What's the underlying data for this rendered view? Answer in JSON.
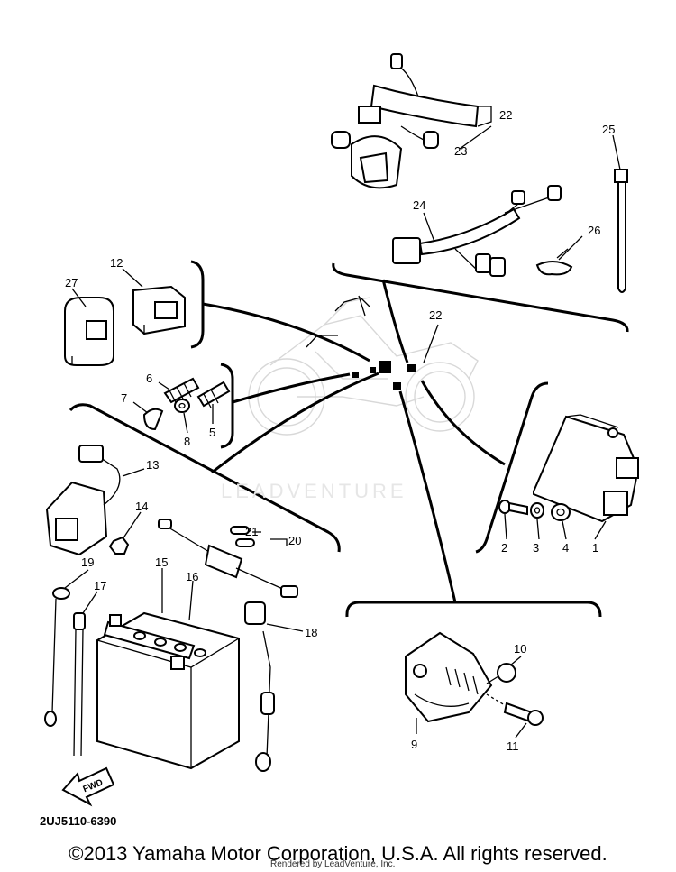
{
  "diagram_code": "2UJ5110-6390",
  "copyright": "©2013 Yamaha Motor Corporation, U.S.A. All rights reserved.",
  "rendered_by": "Rendered by LeadVenture, Inc.",
  "watermark": "LEADVENTURE",
  "fwd_label": "FWD",
  "callouts": [
    "1",
    "2",
    "3",
    "4",
    "5",
    "6",
    "7",
    "8",
    "9",
    "10",
    "11",
    "12",
    "13",
    "14",
    "15",
    "16",
    "17",
    "18",
    "19",
    "20",
    "21",
    "22",
    "22",
    "23",
    "24",
    "25",
    "26",
    "27"
  ]
}
